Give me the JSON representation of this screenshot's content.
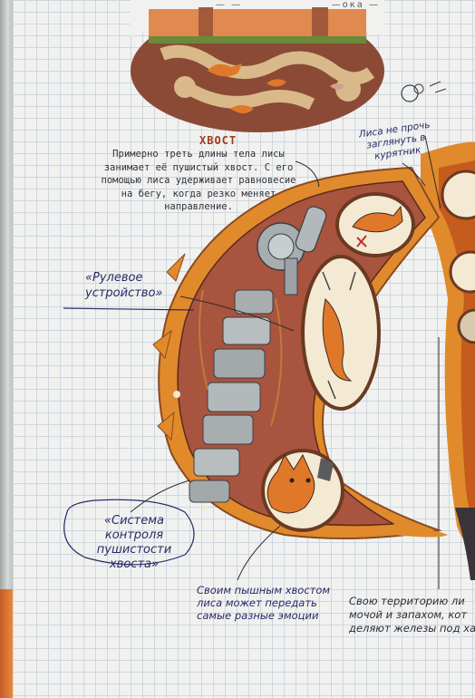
{
  "header": {
    "scribble_left": "— —",
    "scribble_right": "—ока —"
  },
  "tail": {
    "title": "ХВОСТ",
    "description": "Примерно треть длины тела лисы занимает её пушистый хвост. С его помощью лиса удерживает равновесие на бегу, когда резко меняет направление."
  },
  "callouts": {
    "chicken_coop": "Лиса не прочь заглянуть в курятник",
    "steering": [
      "«Рулевое",
      "устройство»"
    ],
    "fluffiness": "«Система контроля пушистости хвоста»",
    "emotions": "Своим пышным хвостом лиса может передать самые разные эмоции",
    "territory": [
      "Свою территорию ли",
      "мочой и запахом, кот",
      "деляют железы под ха"
    ]
  },
  "colors": {
    "fur_orange": "#e08a2c",
    "fur_dark": "#c65b1e",
    "inner_brown": "#a9543e",
    "cream": "#f4ead3",
    "machine_grey": "#a8adb0",
    "ink_blue": "#2a2a66",
    "title_red": "#a33a1f"
  }
}
